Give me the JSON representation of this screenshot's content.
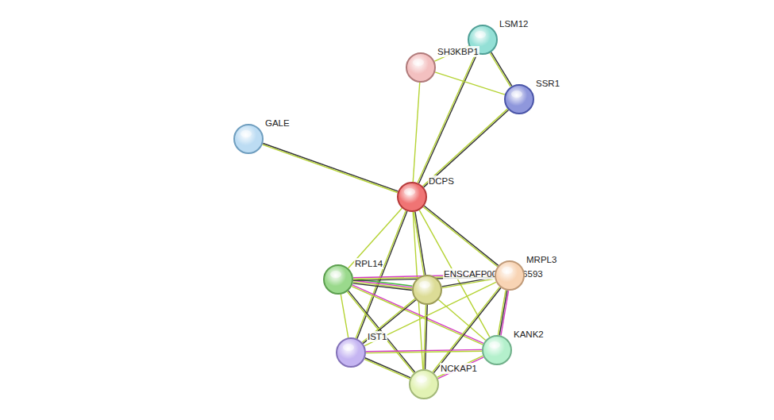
{
  "diagram": {
    "nodes": [
      {
        "text": [
          "LSM12"
        ]
      },
      {
        "text": [
          "SH3KBP1"
        ]
      },
      {
        "text": [
          "SSR1"
        ]
      },
      {
        "text": [
          "GALE"
        ]
      },
      {
        "text": [
          "DCPS"
        ]
      },
      {
        "text": [
          "RPL14"
        ]
      },
      {
        "text": [
          "ENSCAFP00000066593"
        ]
      },
      {
        "text": [
          "MRPL3"
        ]
      },
      {
        "text": [
          "IST1"
        ]
      },
      {
        "text": [
          "KANK2"
        ]
      },
      {
        "text": [
          "NCKAP1"
        ]
      }
    ],
    "edges": [
      {
        "from": 0,
        "to": 1,
        "arrow": "none"
      },
      {
        "from": 0,
        "to": 2,
        "arrow": "none"
      },
      {
        "from": 0,
        "to": 4,
        "arrow": "none"
      },
      {
        "from": 1,
        "to": 2,
        "arrow": "none"
      },
      {
        "from": 1,
        "to": 4,
        "arrow": "none"
      },
      {
        "from": 2,
        "to": 4,
        "arrow": "none"
      },
      {
        "from": 3,
        "to": 4,
        "arrow": "none"
      },
      {
        "from": 4,
        "to": 5,
        "arrow": "none"
      },
      {
        "from": 4,
        "to": 6,
        "arrow": "none"
      },
      {
        "from": 4,
        "to": 7,
        "arrow": "none"
      },
      {
        "from": 4,
        "to": 8,
        "arrow": "none"
      },
      {
        "from": 4,
        "to": 9,
        "arrow": "none"
      },
      {
        "from": 4,
        "to": 10,
        "arrow": "none"
      },
      {
        "from": 5,
        "to": 6,
        "arrow": "none"
      },
      {
        "from": 5,
        "to": 7,
        "arrow": "none"
      },
      {
        "from": 5,
        "to": 8,
        "arrow": "none"
      },
      {
        "from": 5,
        "to": 10,
        "arrow": "none"
      },
      {
        "from": 5,
        "to": 9,
        "arrow": "none"
      },
      {
        "from": 6,
        "to": 7,
        "arrow": "none"
      },
      {
        "from": 6,
        "to": 8,
        "arrow": "none"
      },
      {
        "from": 6,
        "to": 10,
        "arrow": "none"
      },
      {
        "from": 6,
        "to": 9,
        "arrow": "none"
      },
      {
        "from": 7,
        "to": 8,
        "arrow": "none"
      },
      {
        "from": 7,
        "to": 9,
        "arrow": "none"
      },
      {
        "from": 7,
        "to": 10,
        "arrow": "none"
      },
      {
        "from": 8,
        "to": 9,
        "arrow": "none"
      },
      {
        "from": 8,
        "to": 10,
        "arrow": "none"
      },
      {
        "from": 9,
        "to": 10,
        "arrow": "none"
      }
    ]
  }
}
